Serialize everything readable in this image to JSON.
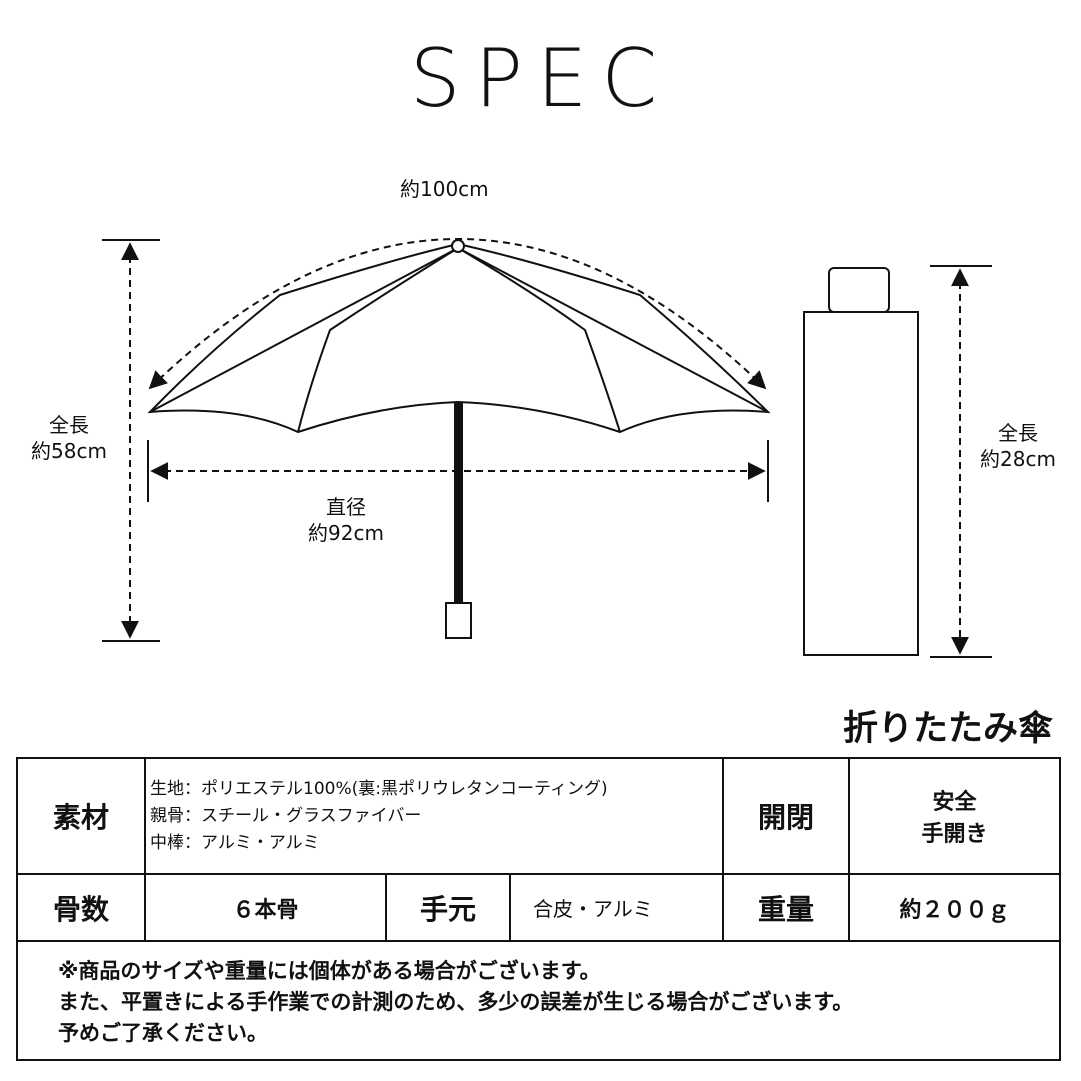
{
  "header": {
    "title": "SPEC"
  },
  "dimensions": {
    "arc": "約100cm",
    "open_length": {
      "label": "全長",
      "value": "約58cm"
    },
    "diameter": {
      "label": "直径",
      "value": "約92cm"
    },
    "folded_length": {
      "label": "全長",
      "value": "約28cm"
    }
  },
  "product_type": "折りたたみ傘",
  "spec": {
    "material": {
      "label": "素材",
      "lines": [
        "生地：ポリエステル100%(裏:黒ポリウレタンコーティング)",
        "親骨：スチール・グラスファイバー",
        "中棒：アルミ・アルミ"
      ]
    },
    "opening": {
      "label": "開閉",
      "value_line1": "安全",
      "value_line2": "手開き"
    },
    "ribs": {
      "label": "骨数",
      "value": "６本骨"
    },
    "handle": {
      "label": "手元",
      "value": "合皮・アルミ"
    },
    "weight": {
      "label": "重量",
      "value": "約２００ｇ"
    }
  },
  "notes": [
    "※商品のサイズや重量には個体がある場合がございます。",
    "また、平置きによる手作業での計測のため、多少の誤差が生じる場合がございます。",
    "予めご了承ください。"
  ]
}
